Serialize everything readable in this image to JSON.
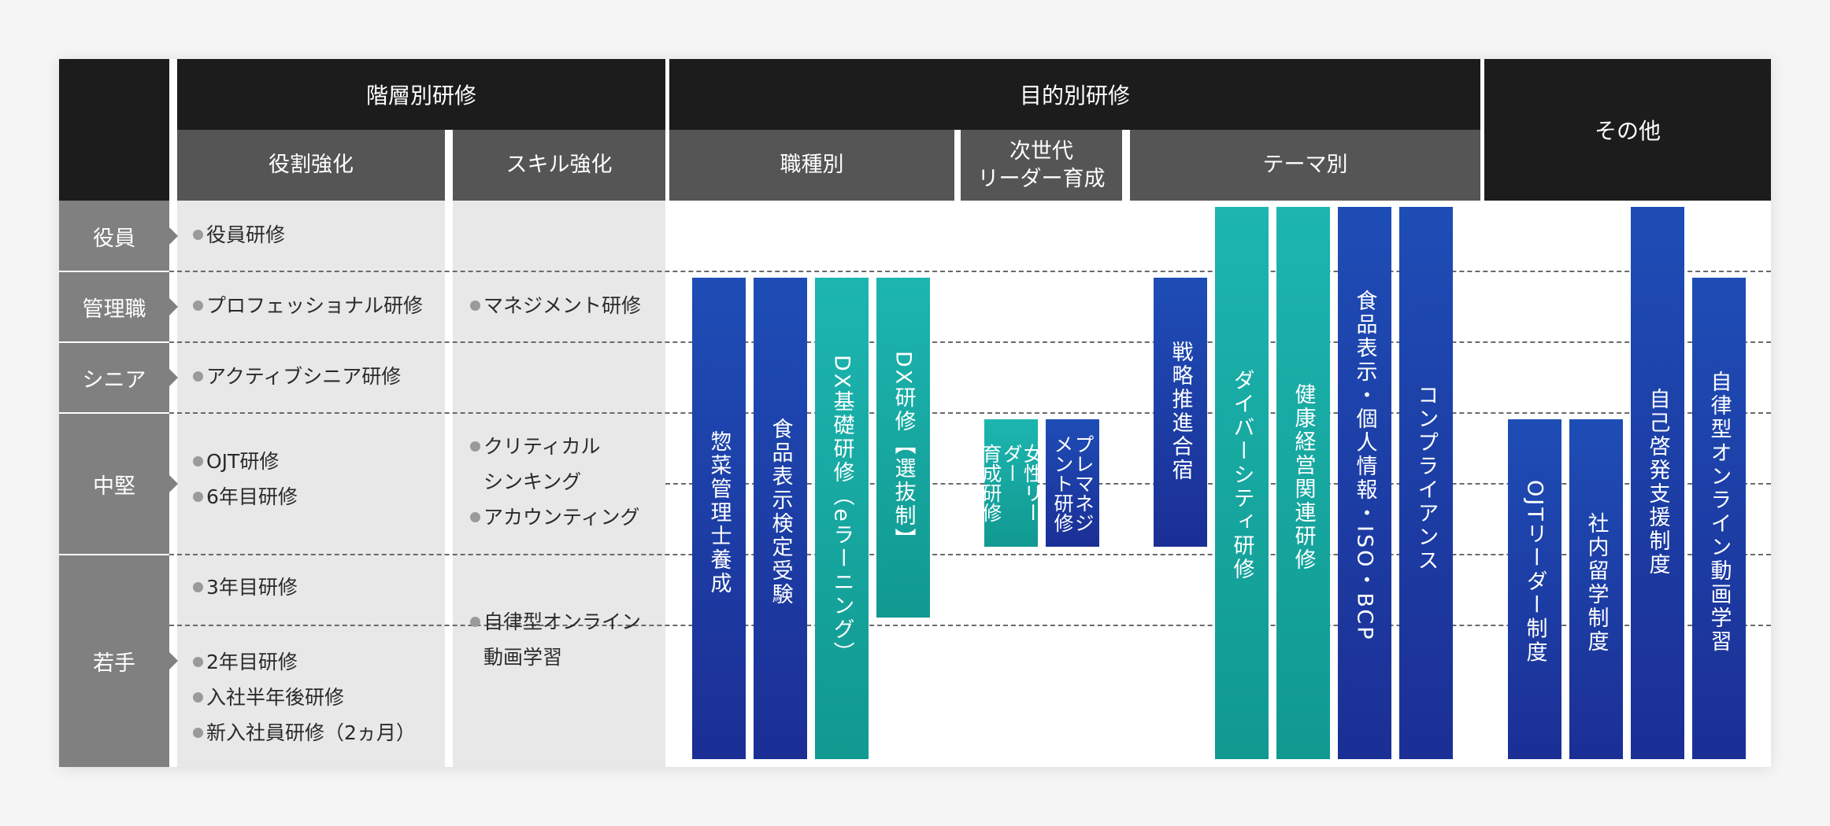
{
  "headers": {
    "hierarchical": "階層別研修",
    "purpose": "目的別研修",
    "other": "その他",
    "role": "役割強化",
    "skill": "スキル強化",
    "job": "職種別",
    "next_gen": "次世代\nリーダー育成",
    "theme": "テーマ別"
  },
  "levels": {
    "executive": "役員",
    "manager": "管理職",
    "senior": "シニア",
    "mid": "中堅",
    "young": "若手"
  },
  "role_items": {
    "executive": "役員研修",
    "manager": "プロフェッショナル研修",
    "senior": "アクティブシニア研修",
    "mid_1": "OJT研修",
    "mid_2": "6年目研修",
    "young_1": "3年目研修",
    "young_2": "2年目研修",
    "young_3": "入社半年後研修",
    "young_4": "新入社員研修（2ヵ月）"
  },
  "skill_items": {
    "manager": "マネジメント研修",
    "mid_1a": "クリティカル",
    "mid_1b": "シンキング",
    "mid_2": "アカウンティング",
    "young_1a": "自律型オンライン",
    "young_1b": "動画学習"
  },
  "programs": {
    "souzai": "惣菜管理士養成",
    "food_label_exam": "食品表示検定受験",
    "dx_elearning": "DX基礎研修（eラーニング）",
    "dx_select": "DX研修【選抜制】",
    "women_leader": "女性リー\nダー\n育成研修",
    "pre_management": "プレマネジ\nメント研修",
    "strategy_camp": "戦略推進合宿",
    "diversity": "ダイバーシティ研修",
    "health": "健康経営関連研修",
    "food_info": "食品表示・個人情報・ISO・BCP",
    "compliance": "コンプライアンス",
    "ojt_leader": "OJTリーダー制度",
    "internal_study": "社内留学制度",
    "self_dev": "自己啓発支援制度",
    "online_video": "自律型オンライン動画学習"
  },
  "colors": {
    "dark_header": "#1c1c1c",
    "sub_header": "#555555",
    "row_label": "#808080",
    "blue_bar": "#1e4db6",
    "teal_bar": "#13a8a2"
  }
}
